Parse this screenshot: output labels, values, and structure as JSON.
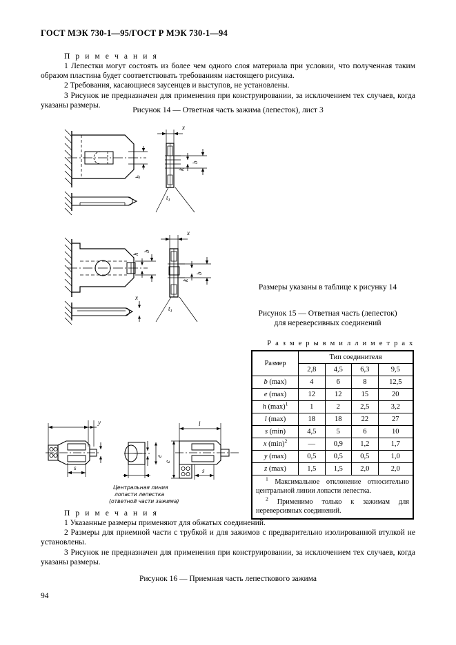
{
  "header": {
    "standard": "ГОСТ МЭК 730-1—95/ГОСТ Р МЭК 730-1—94"
  },
  "page_number": "94",
  "notes_top": {
    "heading": "П р и м е ч а н и я",
    "items": [
      "1 Лепестки могут состоять из более чем одного слоя материала при условии, что полученная таким образом пластина будет соответствовать требованиям настоящего рисунка.",
      "2 Требования, касающиеся заусенцев и выступов, не установлены.",
      "3 Рисунок не предназначен для применения при конструировании, за исключением тех случаев, когда указаны размеры."
    ]
  },
  "figure_14": {
    "caption": "Рисунок 14 — Ответная часть зажима (лепесток), лист 3",
    "labels": [
      "x",
      "b",
      "k",
      "t",
      "1"
    ]
  },
  "figure_15": {
    "dimensions_note": "Размеры указаны в таблице к рисунку 14",
    "caption_line1": "Рисунок 15 — Ответная часть (лепесток)",
    "caption_line2": "для нереверсивных соединений",
    "labels": [
      "x",
      "h",
      "b",
      "k",
      "t",
      "1"
    ]
  },
  "figure_16": {
    "caption": "Рисунок 16 — Приемная часть лепесткового зажима",
    "labels": [
      "y",
      "s",
      "l",
      "e"
    ],
    "annotation_line1": "Центральная линия",
    "annotation_line2": "лопасти лепестка",
    "annotation_line3": "(ответной части зажима)"
  },
  "notes_bottom": {
    "heading": "П р и м е ч а н и я",
    "items": [
      "1 Указанные размеры применяют для обжатых соединений.",
      "2 Размеры для приемной части с трубкой и для зажимов с предварительно изолированной втулкой не установлены.",
      "3 Рисунок не предназначен для применения при конструировании, за исключением тех случаев, когда указаны размеры."
    ]
  },
  "table": {
    "units_caption": "Р а з м е р ы   в   м и л л и м е т р а х",
    "header_size": "Размер",
    "header_group": "Тип соединителя",
    "connector_types": [
      "2,8",
      "4,5",
      "6,3",
      "9,5"
    ],
    "rows": [
      {
        "symbol": "b",
        "qualifier": "(max)",
        "note": "",
        "values": [
          "4",
          "6",
          "8",
          "12,5"
        ]
      },
      {
        "symbol": "e",
        "qualifier": "(max)",
        "note": "",
        "values": [
          "12",
          "12",
          "15",
          "20"
        ]
      },
      {
        "symbol": "h",
        "qualifier": "(max)",
        "note": "1",
        "values": [
          "1",
          "2",
          "2,5",
          "3,2"
        ]
      },
      {
        "symbol": "l",
        "qualifier": "(max)",
        "note": "",
        "values": [
          "18",
          "18",
          "22",
          "27"
        ]
      },
      {
        "symbol": "s",
        "qualifier": "(min)",
        "note": "",
        "values": [
          "4,5",
          "5",
          "6",
          "10"
        ]
      },
      {
        "symbol": "x",
        "qualifier": "(min)",
        "note": "2",
        "values": [
          "—",
          "0,9",
          "1,2",
          "1,7"
        ]
      },
      {
        "symbol": "y",
        "qualifier": "(max)",
        "note": "",
        "values": [
          "0,5",
          "0,5",
          "0,5",
          "1,0"
        ]
      },
      {
        "symbol": "z",
        "qualifier": "(max)",
        "note": "",
        "values": [
          "1,5",
          "1,5",
          "2,0",
          "2,0"
        ]
      }
    ],
    "footnotes": [
      {
        "marker": "1",
        "text": "Максимальное отклонение относительно центральной линии лопасти лепестка."
      },
      {
        "marker": "2",
        "text": "Применимо только к зажимам для нереверсивных соединений."
      }
    ]
  }
}
